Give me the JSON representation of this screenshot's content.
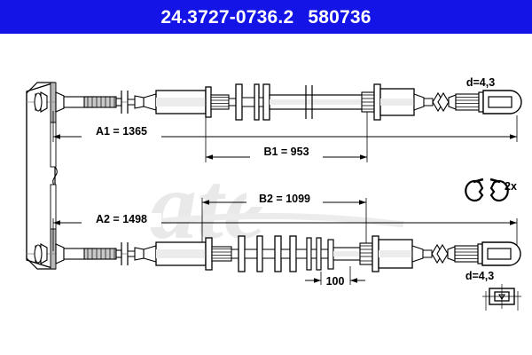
{
  "header": {
    "part_number": "24.3727-0736.2",
    "reference_number": "580736"
  },
  "drawing": {
    "brand_watermark": "ate",
    "dimensions": {
      "a1": "A1 = 1365",
      "b1": "B1 = 953",
      "a2": "A2 = 1498",
      "b2": "B2 = 1099",
      "sleeve_len": "100",
      "d_top": "d=4,3",
      "d_bottom": "d=4,3"
    },
    "annotations": {
      "clip_qty": "2x"
    },
    "parts": {
      "mounting_plate": "mounting-bracket-plate",
      "cable_top": "upper-brake-cable",
      "cable_bottom": "lower-brake-cable",
      "clip_symbol": "circlip-pair",
      "retainer_symbol": "retainer-clip"
    }
  }
}
